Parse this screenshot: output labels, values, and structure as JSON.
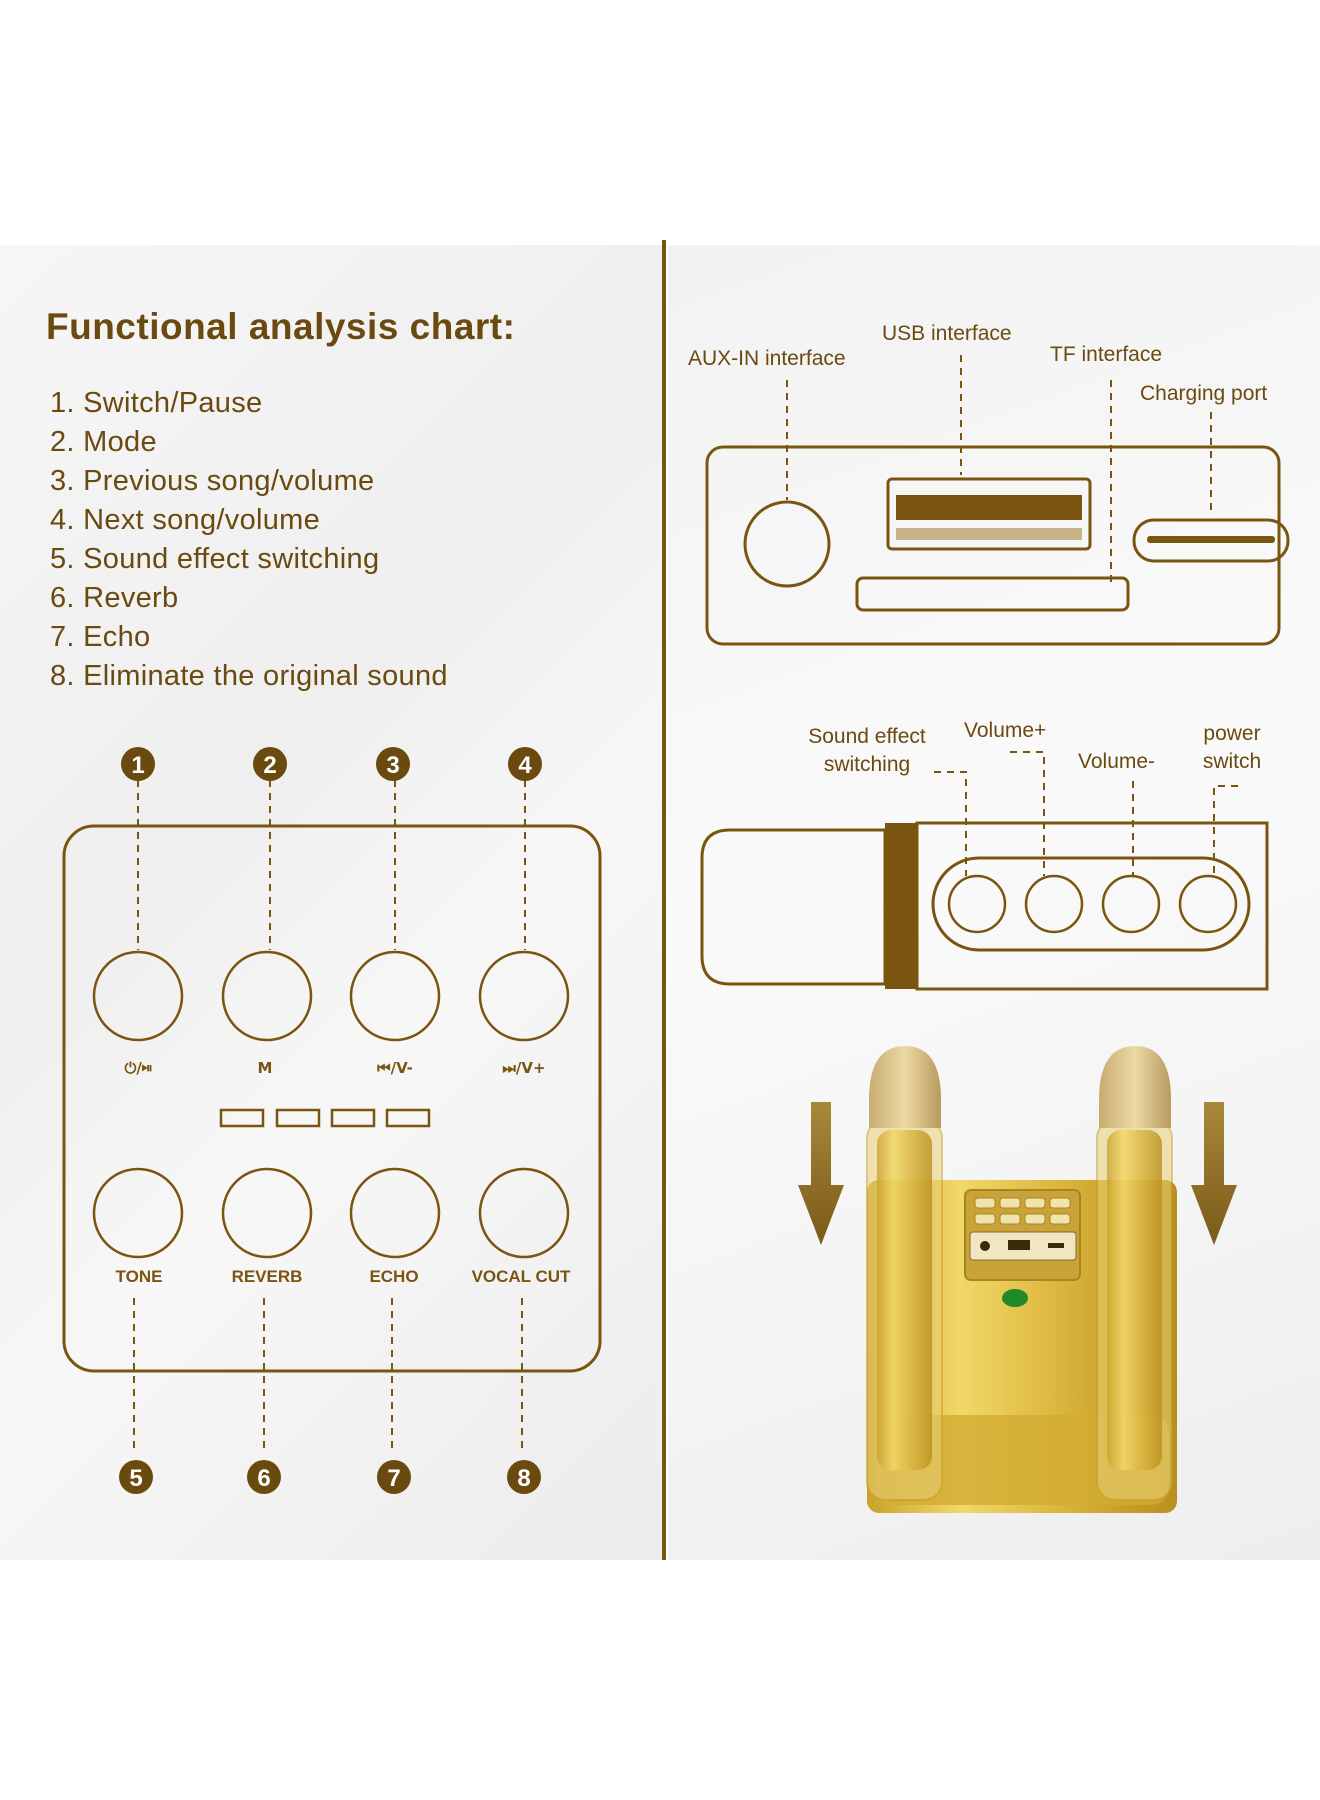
{
  "title": "Functional analysis chart:",
  "functions": [
    "1. Switch/Pause",
    "2. Mode",
    "3. Previous song/volume",
    "4. Next song/volume",
    "5. Sound effect switching",
    "6. Reverb",
    "7. Echo",
    "8. Eliminate the original sound"
  ],
  "callout_numbers_top": [
    "1",
    "2",
    "3",
    "4"
  ],
  "callout_numbers_bottom": [
    "5",
    "6",
    "7",
    "8"
  ],
  "button_symbols": [
    "⏻/⏯",
    "M",
    "⏮/V-",
    "⏭/V+"
  ],
  "button_labels": [
    "TONE",
    "REVERB",
    "ECHO",
    "VOCAL CUT"
  ],
  "ports": {
    "aux": "AUX-IN interface",
    "usb": "USB interface",
    "tf": "TF interface",
    "charging": "Charging port"
  },
  "mic_controls": {
    "sound_effect_line1": "Sound effect",
    "sound_effect_line2": "switching",
    "volume_plus": "Volume+",
    "volume_minus": "Volume-",
    "power_line1": "power",
    "power_line2": "switch"
  },
  "colors": {
    "gold_dark": "#6b4a10",
    "gold_line": "#7a5510",
    "product_gold": "#d8b43a",
    "indicator_green": "#1f8a2a"
  }
}
